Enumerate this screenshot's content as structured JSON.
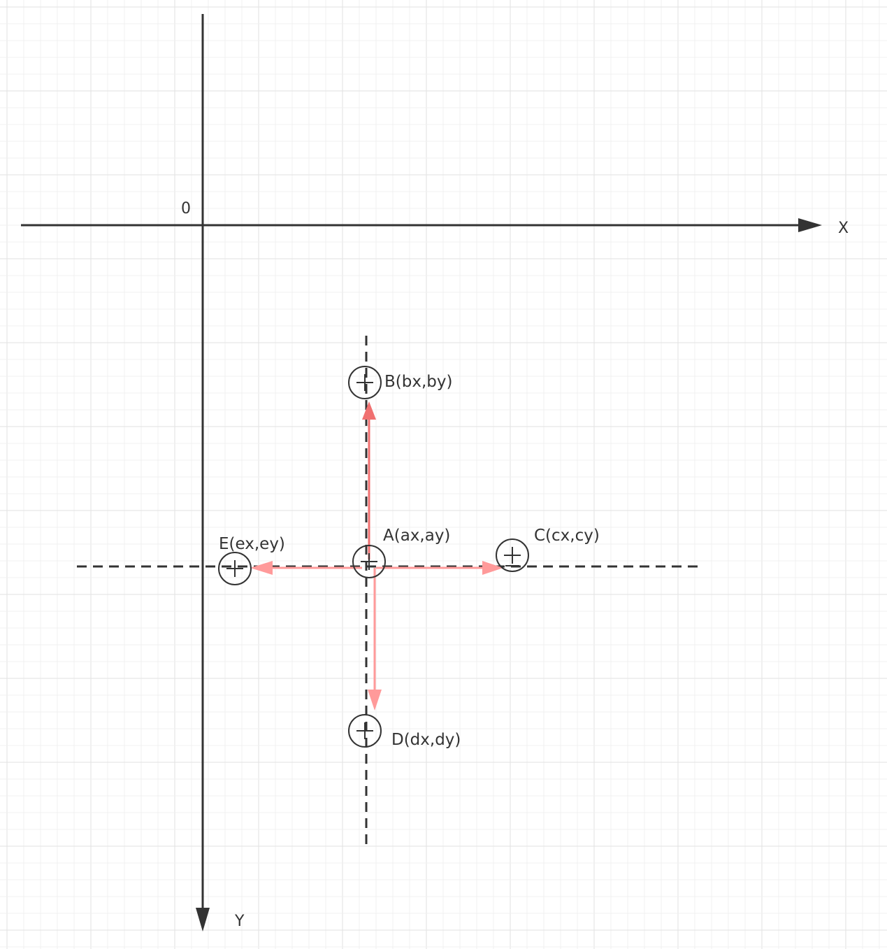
{
  "diagram": {
    "origin_label": "0",
    "x_axis_label": "X",
    "y_axis_label": "Y",
    "points": [
      {
        "id": "A",
        "label": "A(ax,ay)"
      },
      {
        "id": "B",
        "label": "B(bx,by)"
      },
      {
        "id": "C",
        "label": "C(cx,cy)"
      },
      {
        "id": "D",
        "label": "D(dx,dy)"
      },
      {
        "id": "E",
        "label": "E(ex,ey)"
      }
    ]
  },
  "colors": {
    "axis": "#333333",
    "arrow": "#ff9a9a",
    "arrow_up": "#f07070",
    "grid_minor": "#f0f0f0",
    "grid_major": "#e2e2e2"
  }
}
